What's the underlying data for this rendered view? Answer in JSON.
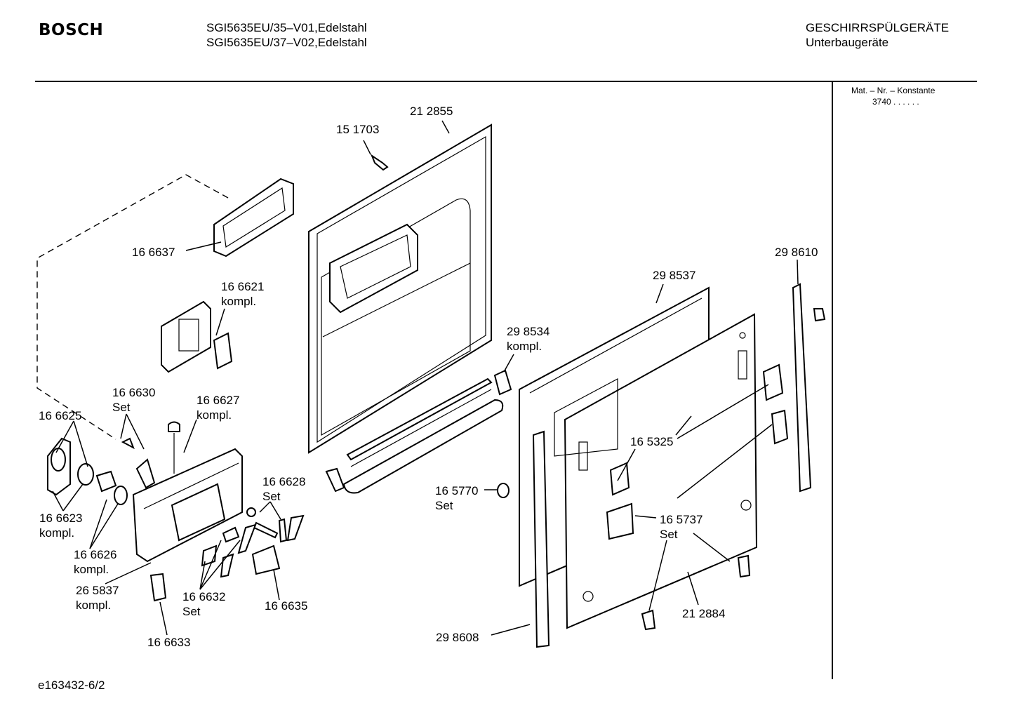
{
  "header": {
    "brand": "BOSCH",
    "models": [
      "SGI5635EU/35–V01,Edelstahl",
      "SGI5635EU/37–V02,Edelstahl"
    ],
    "category": "GESCHIRRSPÜLGERÄTE",
    "subcategory": "Unterbaugeräte"
  },
  "side_panel": {
    "mat_label": "Mat. – Nr. – Konstante",
    "mat_value": "3740  .  .   .  .  .  ."
  },
  "footer": {
    "doc_id": "e163432-6/2"
  },
  "parts": [
    {
      "number": "21 2855"
    },
    {
      "number": "15 1703"
    },
    {
      "number": "16 6637"
    },
    {
      "number": "16 6621",
      "note": "kompl."
    },
    {
      "number": "29 8534",
      "note": "kompl."
    },
    {
      "number": "29 8537"
    },
    {
      "number": "29 8610"
    },
    {
      "number": "16 6630",
      "note": "Set"
    },
    {
      "number": "16 6627",
      "note": "kompl."
    },
    {
      "number": "16 6625"
    },
    {
      "number": "16 6628",
      "note": "Set"
    },
    {
      "number": "16 5325"
    },
    {
      "number": "16 5770",
      "note": "Set"
    },
    {
      "number": "16 6623",
      "note": "kompl."
    },
    {
      "number": "16 6626",
      "note": "kompl."
    },
    {
      "number": "16 5737",
      "note": "Set"
    },
    {
      "number": "26 5837",
      "note": "kompl."
    },
    {
      "number": "16 6632",
      "note": "Set"
    },
    {
      "number": "16 6635"
    },
    {
      "number": "21 2884"
    },
    {
      "number": "29 8608"
    },
    {
      "number": "16 6633"
    }
  ]
}
